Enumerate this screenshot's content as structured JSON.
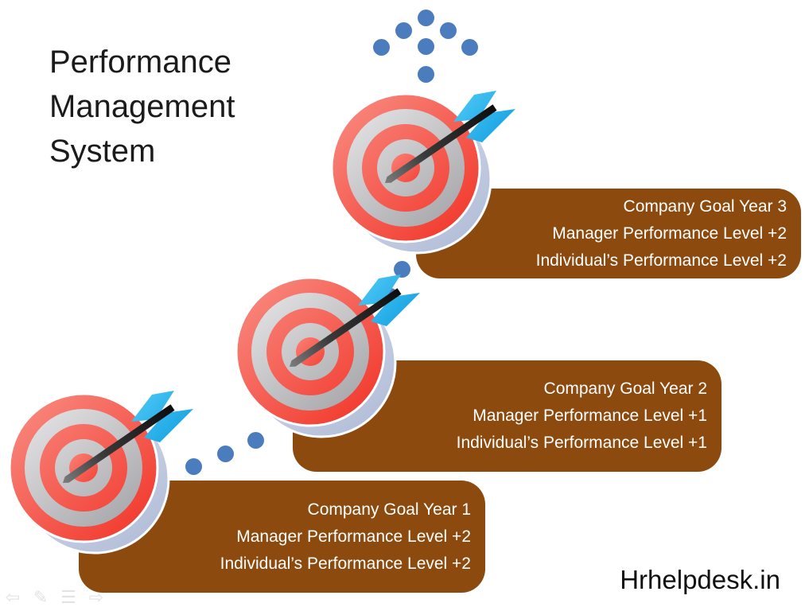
{
  "slide": {
    "title": "Performance Management System",
    "watermark": "Hrhelpdesk.in"
  },
  "goals": [
    {
      "name": "year-3",
      "lines": [
        "Company Goal Year 3",
        "Manager Performance Level +2",
        "Individual’s Performance Level +2"
      ]
    },
    {
      "name": "year-2",
      "lines": [
        "Company Goal Year 2",
        "Manager Performance Level +1",
        "Individual’s Performance Level +1"
      ]
    },
    {
      "name": "year-1",
      "lines": [
        "Company Goal Year 1",
        "Manager Performance Level +2",
        "Individual’s Performance Level +2"
      ]
    }
  ],
  "toolbar": {
    "icons": [
      {
        "name": "prev-slide-icon",
        "glyph": "⇦"
      },
      {
        "name": "pen-tool-icon",
        "glyph": "✎"
      },
      {
        "name": "slide-menu-icon",
        "glyph": "☰"
      },
      {
        "name": "next-slide-icon",
        "glyph": "⇨"
      }
    ]
  },
  "colors": {
    "bg": "#ffffff",
    "box_brown": "#8C4A0E",
    "box_text": "#ffffff",
    "dot_blue": "#4A7CBE",
    "title_text": "#1b1b1b",
    "toolbar_icon": "#e3e3e3",
    "target_red_light": "#F8857B",
    "target_red_dark": "#F23B2F",
    "target_center_light": "#FA7C71",
    "target_center_dark": "#F5473B",
    "target_silver_light": "#E0E0E2",
    "target_silver_dark": "#A6A6AA",
    "shadow_light": "#D6DDEB",
    "shadow_dark": "#B2BDD8",
    "fin_cyan_light": "#4FC9F6",
    "fin_cyan_dark": "#0B9BDE",
    "shaft_light": "#7a7a7a",
    "shaft_dark": "#0d0d0d"
  }
}
